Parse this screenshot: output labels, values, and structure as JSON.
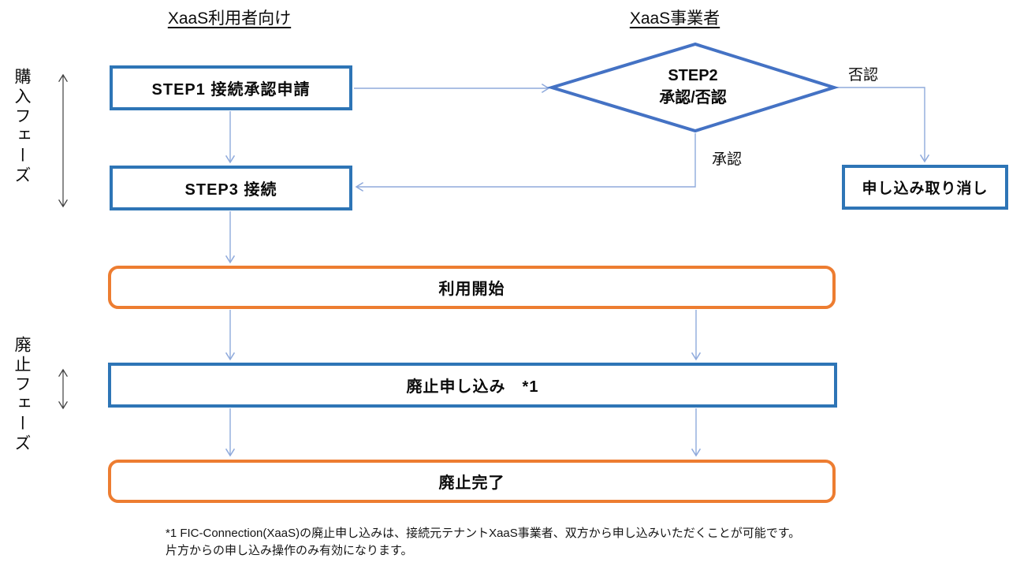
{
  "headers": {
    "consumer": "XaaS利用者向け",
    "provider": "XaaS事業者"
  },
  "phases": {
    "purchase": "購入フェーズ",
    "abolition": "廃止フェーズ"
  },
  "nodes": {
    "step1": "STEP1 接続承認申請",
    "step2_line1": "STEP2",
    "step2_line2": "承認/否認",
    "step3": "STEP3 接続",
    "cancel": "申し込み取り消し",
    "start": "利用開始",
    "abolish_request": "廃止申し込み　*1",
    "abolish_done": "廃止完了"
  },
  "edge_labels": {
    "deny": "否認",
    "approve": "承認"
  },
  "footnote": {
    "line1": "*1  FIC-Connection(XaaS)の廃止申し込みは、接続元テナントXaaS事業者、双方から申し込みいただくことが可能です。",
    "line2": "片方からの申し込み操作のみ有効になります。"
  },
  "colors": {
    "box_border_blue": "#2E75B6",
    "diamond_border_blue": "#4472C4",
    "connector_blue": "#8FAADC",
    "accent_orange": "#ED7D31",
    "side_arrow_black": "#3f3f3f",
    "text": "#0b0b0b"
  }
}
